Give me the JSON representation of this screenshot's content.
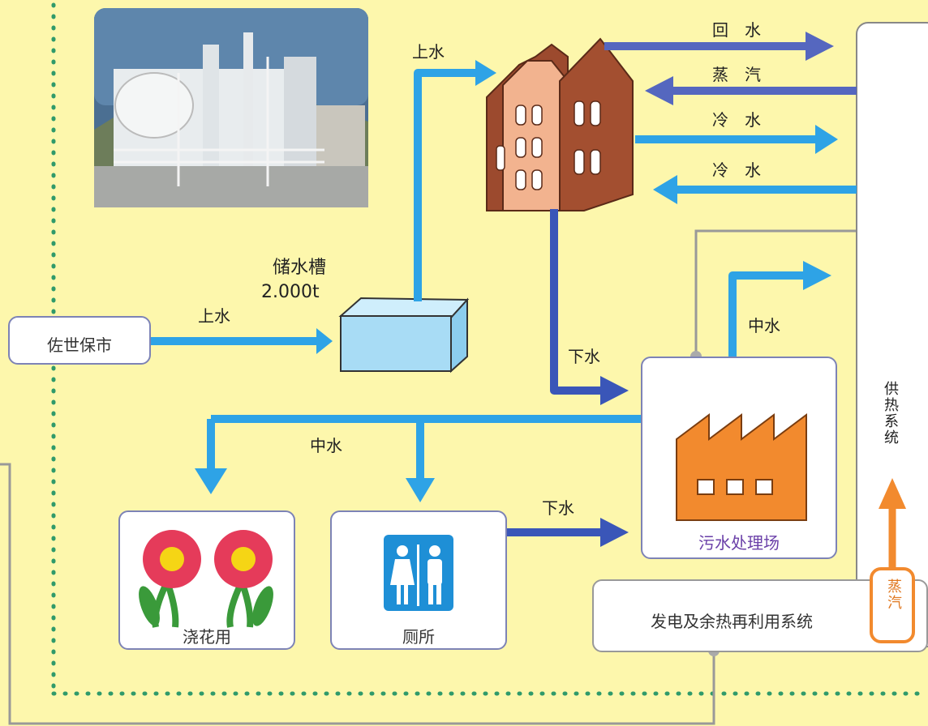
{
  "source": {
    "label": "佐世保市"
  },
  "tank": {
    "title": "储水槽",
    "capacity": "2.000t"
  },
  "flows": {
    "up_to_tank": "上水",
    "up_to_building": "上水",
    "return_water": "回　水",
    "steam_in": "蒸　汽",
    "cold_water_out": "冷　水",
    "cold_water_in": "冷　水",
    "down_building": "下水",
    "down_toilet": "下水",
    "reclaimed_up": "中水",
    "reclaimed_left": "中水"
  },
  "plant": {
    "label": "污水处理场"
  },
  "flowers": {
    "label": "浇花用"
  },
  "toilet": {
    "label": "厕所"
  },
  "heating": {
    "label": "供热系统"
  },
  "power": {
    "label": "发电及余热再利用系统"
  },
  "steam_box": {
    "label": "蒸汽"
  },
  "colors": {
    "background": "#fdf7ac",
    "water_light": "#2ea3e6",
    "water_dark": "#3a56b8",
    "steam_arrow": "#5567bf",
    "building": "#9c4a2e",
    "factory": "#f28a2e",
    "tank": "#a8dcf5",
    "border": "#7d83b6"
  }
}
